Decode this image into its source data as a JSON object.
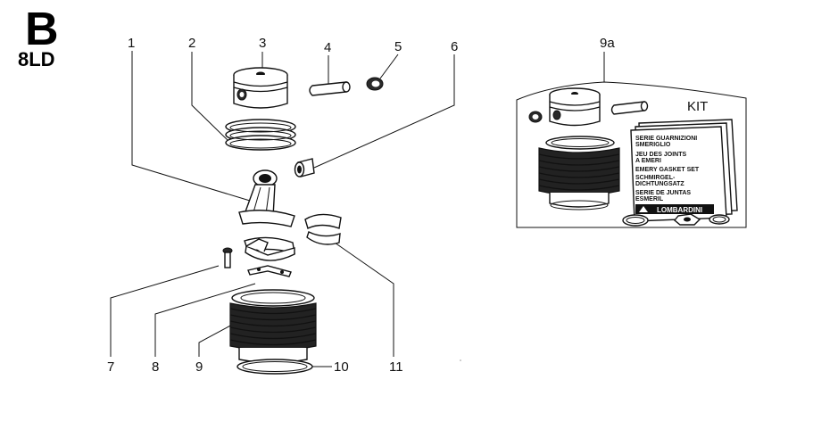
{
  "header": {
    "section_letter": "B",
    "engine_model": "8LD"
  },
  "callouts": {
    "c1": "1",
    "c2": "2",
    "c3": "3",
    "c4": "4",
    "c5": "5",
    "c6": "6",
    "c7": "7",
    "c8": "8",
    "c9": "9",
    "c10": "10",
    "c11": "11",
    "c9a": "9a"
  },
  "kit_panel": {
    "label": "KIT",
    "booklet_lines": [
      "SERIE GUARNIZIONI",
      "SMERIGLIO",
      "JEU DES JOINTS",
      "A EMERI",
      "EMERY GASKET SET",
      "SCHMIRGEL-",
      "DICHTUNGSATZ",
      "SERIE DE JUNTAS",
      "ESMERIL"
    ],
    "brand": "LOMBARDINI"
  }
}
